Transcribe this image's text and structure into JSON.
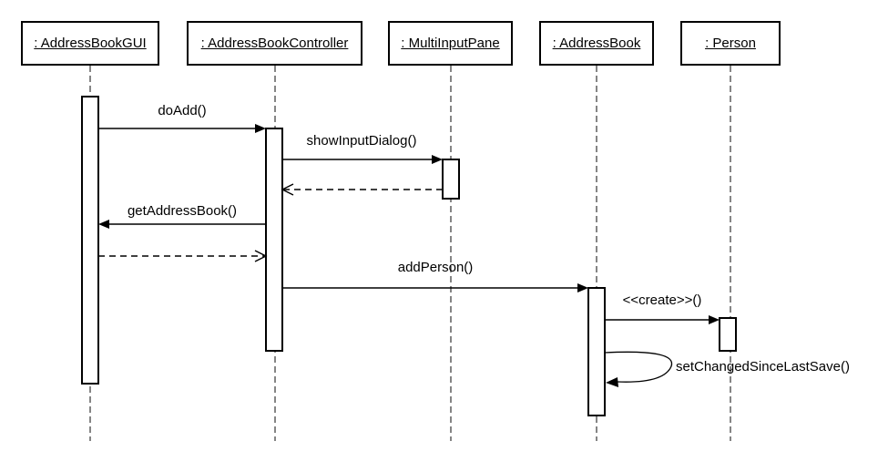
{
  "diagram": {
    "type": "uml-sequence-diagram",
    "background_color": "#ffffff",
    "stroke_color": "#000000",
    "lifeline_color": "#858585",
    "objects": [
      {
        "label": ": AddressBookGUI"
      },
      {
        "label": ": AddressBookController"
      },
      {
        "label": ": MultiInputPane"
      },
      {
        "label": ": AddressBook"
      },
      {
        "label": ": Person"
      }
    ],
    "messages": [
      {
        "label": "doAdd()",
        "from": ": AddressBookGUI",
        "to": ": AddressBookController",
        "kind": "synchronous-call"
      },
      {
        "label": "showInputDialog()",
        "from": ": AddressBookController",
        "to": ": MultiInputPane",
        "kind": "synchronous-call"
      },
      {
        "label": "",
        "from": ": MultiInputPane",
        "to": ": AddressBookController",
        "kind": "return"
      },
      {
        "label": "getAddressBook()",
        "from": ": AddressBookController",
        "to": ": AddressBookGUI",
        "kind": "synchronous-call"
      },
      {
        "label": "",
        "from": ": AddressBookGUI",
        "to": ": AddressBookController",
        "kind": "return"
      },
      {
        "label": "addPerson()",
        "from": ": AddressBookController",
        "to": ": AddressBook",
        "kind": "synchronous-call"
      },
      {
        "label": "<<create>>()",
        "from": ": AddressBook",
        "to": ": Person",
        "kind": "synchronous-call"
      },
      {
        "label": "setChangedSinceLastSave()",
        "from": ": AddressBook",
        "to": ": AddressBook",
        "kind": "self-call"
      }
    ]
  }
}
